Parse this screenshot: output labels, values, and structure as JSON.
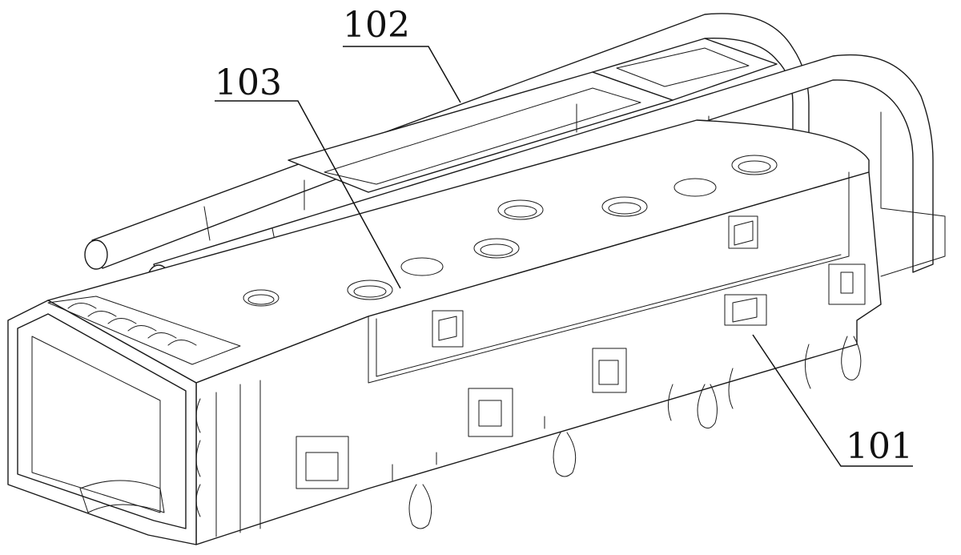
{
  "labels": {
    "cage": "101",
    "heat_pipe": "102",
    "top_plate": "103"
  }
}
